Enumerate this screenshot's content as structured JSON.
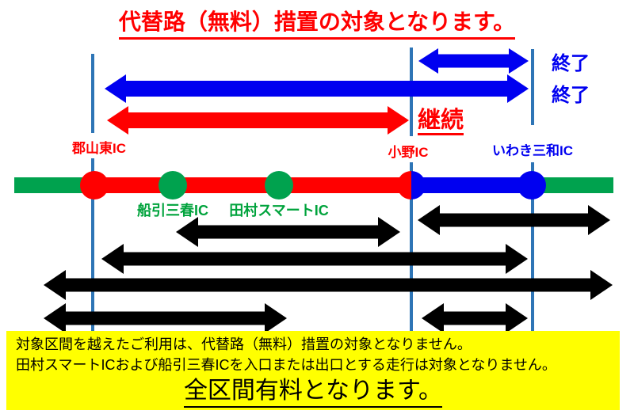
{
  "title": "代替路（無料）措置の対象となります。",
  "legend": {
    "ended_short": "終了",
    "ended_long": "終了",
    "continued": "継続"
  },
  "stations": {
    "koriyama_higashi": "郡山東IC",
    "funehiki_miharu": "船引三春IC",
    "tamura_smart": "田村スマートIC",
    "ono": "小野IC",
    "iwaki_miwa": "いわき三和IC"
  },
  "road": {
    "segments": [
      {
        "name": "outside-left",
        "color": "#00A24E"
      },
      {
        "name": "koriyama-higashi-to-ono",
        "color": "#FF0000"
      },
      {
        "name": "ono-to-iwaki-miwa",
        "color": "#0000F0"
      },
      {
        "name": "outside-right",
        "color": "#00A24E"
      }
    ],
    "markers": [
      {
        "station": "郡山東IC",
        "color": "#FF0000"
      },
      {
        "station": "船引三春IC",
        "color": "#00A24E"
      },
      {
        "station": "田村スマートIC",
        "color": "#00A24E"
      },
      {
        "station": "小野IC",
        "color": "#FF0000/#0000F0"
      },
      {
        "station": "いわき三和IC",
        "color": "#0000F0"
      }
    ]
  },
  "notice": {
    "line1": "対象区間を越えたご利用は、代替路（無料）措置の対象となりません。",
    "line2": "田村スマートICおよび船引三春ICを入口または出口とする走行は対象となりません。",
    "line3": "全区間有料となります。",
    "background": "#FFFF00"
  },
  "colors": {
    "title_red": "#FF0000",
    "arrow_blue": "#0000F0",
    "arrow_red": "#FF0000",
    "arrow_black": "#000000",
    "boundary_line_blue": "#2E75B6",
    "road_green": "#00A24E",
    "road_red": "#FF0000",
    "road_blue": "#0000F0",
    "station_text_green": "#00A33C",
    "station_text_blue": "#0000F0",
    "notice_background": "#FFFF00"
  }
}
